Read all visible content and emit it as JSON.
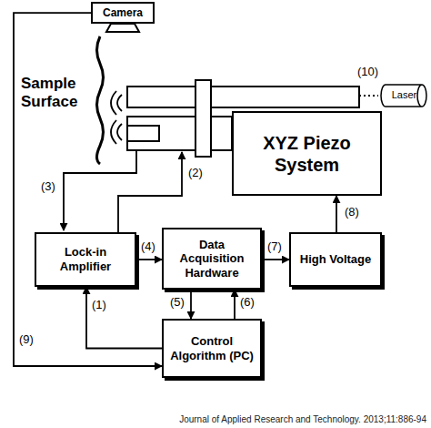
{
  "diagram": {
    "caption": "Journal of Applied Research and Technology. 2013;11:886-94",
    "nodes": [
      {
        "text": [
          "Camera"
        ]
      },
      {
        "text": [
          "XYZ Piezo System"
        ]
      },
      {
        "text": [
          "Laser"
        ]
      },
      {
        "text": [
          "Lock-in Amplifier"
        ]
      },
      {
        "text": [
          "Data Acquisition Hardware"
        ]
      },
      {
        "text": [
          "High Voltage"
        ]
      },
      {
        "text": [
          "Control Algorithm (PC)"
        ]
      }
    ],
    "edges": [
      {
        "from": 6,
        "to": 3,
        "arrow": "to",
        "label": "(1)"
      },
      {
        "from": 3,
        "to": 4,
        "arrow": "to",
        "label": "(4)"
      },
      {
        "from": 4,
        "to": 6,
        "arrow": "to",
        "label": "(5)"
      },
      {
        "from": 6,
        "to": 4,
        "arrow": "to",
        "label": "(6)"
      },
      {
        "from": 4,
        "to": 5,
        "arrow": "to",
        "label": "(7)"
      },
      {
        "from": 5,
        "to": 1,
        "arrow": "to",
        "label": "(8)"
      },
      {
        "from": 0,
        "to": 6,
        "arrow": "to",
        "label": "(9)"
      }
    ],
    "labels": [
      "Sample Surface",
      "(2)",
      "(3)",
      "(10)"
    ]
  }
}
